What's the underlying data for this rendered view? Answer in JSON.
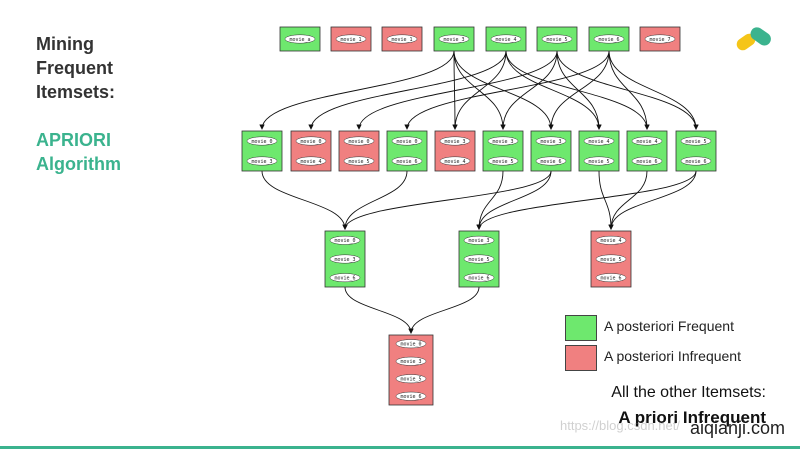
{
  "title": {
    "main": [
      "Mining",
      "Frequent",
      "Itemsets:"
    ],
    "algorithm": [
      "APRIORI",
      "Algorithm"
    ]
  },
  "colors": {
    "frequent": "#6ee86e",
    "infrequent": "#f08080",
    "accent": "#3bb38e",
    "edge": "#111111"
  },
  "levels": [
    [
      {
        "items": [
          "movie_a"
        ],
        "status": "frequent"
      },
      {
        "items": [
          "movie_1"
        ],
        "status": "infrequent"
      },
      {
        "items": [
          "movie_1"
        ],
        "status": "infrequent"
      },
      {
        "items": [
          "movie_3"
        ],
        "status": "frequent"
      },
      {
        "items": [
          "movie_4"
        ],
        "status": "frequent"
      },
      {
        "items": [
          "movie_5"
        ],
        "status": "frequent"
      },
      {
        "items": [
          "movie_6"
        ],
        "status": "frequent"
      },
      {
        "items": [
          "movie_7"
        ],
        "status": "infrequent"
      }
    ],
    [
      {
        "items": [
          "movie_0",
          "movie_3"
        ],
        "status": "frequent"
      },
      {
        "items": [
          "movie_0",
          "movie_4"
        ],
        "status": "infrequent"
      },
      {
        "items": [
          "movie_0",
          "movie_5"
        ],
        "status": "infrequent"
      },
      {
        "items": [
          "movie_0",
          "movie_6"
        ],
        "status": "frequent"
      },
      {
        "items": [
          "movie_3",
          "movie_4"
        ],
        "status": "infrequent"
      },
      {
        "items": [
          "movie_3",
          "movie_5"
        ],
        "status": "frequent"
      },
      {
        "items": [
          "movie_3",
          "movie_6"
        ],
        "status": "frequent"
      },
      {
        "items": [
          "movie_4",
          "movie_5"
        ],
        "status": "frequent"
      },
      {
        "items": [
          "movie_4",
          "movie_6"
        ],
        "status": "frequent"
      },
      {
        "items": [
          "movie_5",
          "movie_6"
        ],
        "status": "frequent"
      }
    ],
    [
      {
        "items": [
          "movie_0",
          "movie_3",
          "movie_6"
        ],
        "status": "frequent"
      },
      {
        "items": [
          "movie_3",
          "movie_5",
          "movie_6"
        ],
        "status": "frequent"
      },
      {
        "items": [
          "movie_4",
          "movie_5",
          "movie_6"
        ],
        "status": "infrequent"
      }
    ],
    [
      {
        "items": [
          "movie_0",
          "movie_3",
          "movie_5",
          "movie_6"
        ],
        "status": "infrequent"
      }
    ]
  ],
  "legend": {
    "frequent_label": "A posteriori Frequent",
    "infrequent_label": "A posteriori Infrequent"
  },
  "footer": {
    "line1": "All the other Itemsets:",
    "line2": "A priori Infrequent"
  },
  "watermark": "https://blog.csdn.net/",
  "brand": "aiqianji.com"
}
